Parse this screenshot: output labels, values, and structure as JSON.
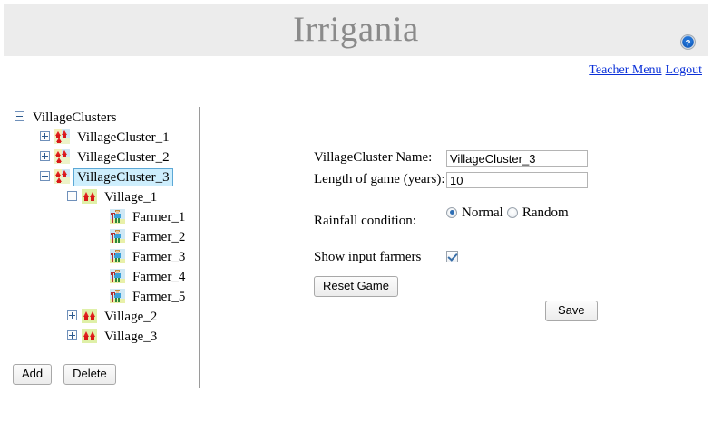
{
  "header": {
    "title": "Irrigania",
    "help_icon": "help-circle-icon"
  },
  "top_links": {
    "teacher_menu": "Teacher Menu",
    "logout": "Logout"
  },
  "tree": {
    "nodes": [
      {
        "label": "VillageClusters",
        "level": 0,
        "toggle": "minus",
        "icon": "none",
        "selected": false
      },
      {
        "label": "VillageCluster_1",
        "level": 1,
        "toggle": "plus",
        "icon": "village-cluster-icon",
        "selected": false
      },
      {
        "label": "VillageCluster_2",
        "level": 1,
        "toggle": "plus",
        "icon": "village-cluster-icon",
        "selected": false
      },
      {
        "label": "VillageCluster_3",
        "level": 1,
        "toggle": "minus",
        "icon": "village-cluster-icon",
        "selected": true
      },
      {
        "label": "Village_1",
        "level": 2,
        "toggle": "minus",
        "icon": "village-icon",
        "selected": false
      },
      {
        "label": "Farmer_1",
        "level": 3,
        "toggle": "none",
        "icon": "farmer-icon",
        "selected": false
      },
      {
        "label": "Farmer_2",
        "level": 3,
        "toggle": "none",
        "icon": "farmer-icon",
        "selected": false
      },
      {
        "label": "Farmer_3",
        "level": 3,
        "toggle": "none",
        "icon": "farmer-icon",
        "selected": false
      },
      {
        "label": "Farmer_4",
        "level": 3,
        "toggle": "none",
        "icon": "farmer-icon",
        "selected": false
      },
      {
        "label": "Farmer_5",
        "level": 3,
        "toggle": "none",
        "icon": "farmer-icon",
        "selected": false
      },
      {
        "label": "Village_2",
        "level": 2,
        "toggle": "plus",
        "icon": "village-icon",
        "selected": false
      },
      {
        "label": "Village_3",
        "level": 2,
        "toggle": "plus",
        "icon": "village-icon",
        "selected": false
      }
    ],
    "buttons": {
      "add": "Add",
      "delete": "Delete"
    }
  },
  "form": {
    "name_label": "VillageCluster Name:",
    "name_value": "VillageCluster_3",
    "length_label": "Length of game (years):",
    "length_value": "10",
    "rainfall_label": "Rainfall condition:",
    "rainfall_options": [
      {
        "label": "Normal",
        "checked": true
      },
      {
        "label": "Random",
        "checked": false
      }
    ],
    "show_input_farmers_label": "Show input farmers",
    "show_input_farmers_checked": true,
    "reset_game_label": "Reset Game",
    "save_label": "Save"
  },
  "colors": {
    "header_bg": "#ececec",
    "title_text": "#8a8a8a",
    "link": "#0a30d8",
    "selection_bg": "#cdeefd",
    "selection_border": "#5ca8d6",
    "divider": "#9a9a9a"
  }
}
